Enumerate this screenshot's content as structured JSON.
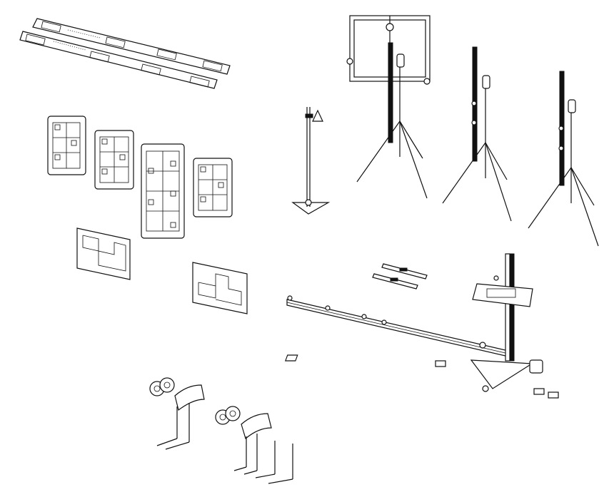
{
  "illustration": {
    "style": "black line art on white",
    "line_color": "#111111",
    "background_color": "#ffffff",
    "components": [
      "calibration-mat-strips",
      "target-panels",
      "triangle-base-pole",
      "tripod-frame-stands",
      "alignment-bar-with-column",
      "wheel-clamps"
    ]
  }
}
